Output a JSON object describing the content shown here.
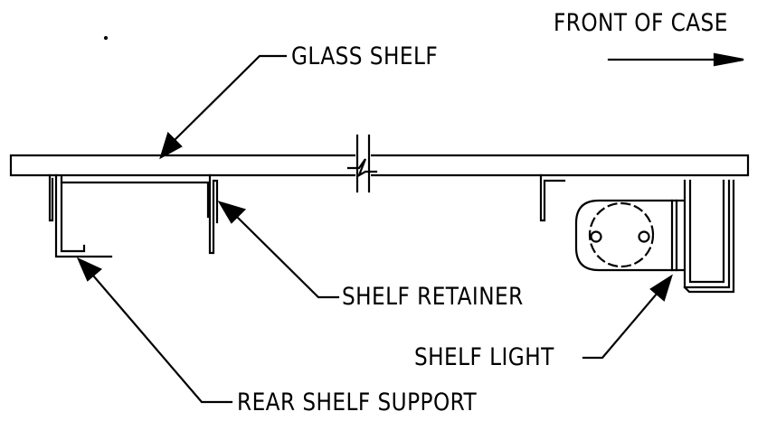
{
  "diagram": {
    "labels": {
      "front_of_case": "FRONT OF CASE",
      "glass_shelf": "GLASS SHELF",
      "shelf_retainer": "SHELF RETAINER",
      "shelf_light": "SHELF LIGHT",
      "rear_shelf_support": "REAR SHELF SUPPORT"
    },
    "colors": {
      "ink": "#000000",
      "paper": "#ffffff"
    }
  }
}
